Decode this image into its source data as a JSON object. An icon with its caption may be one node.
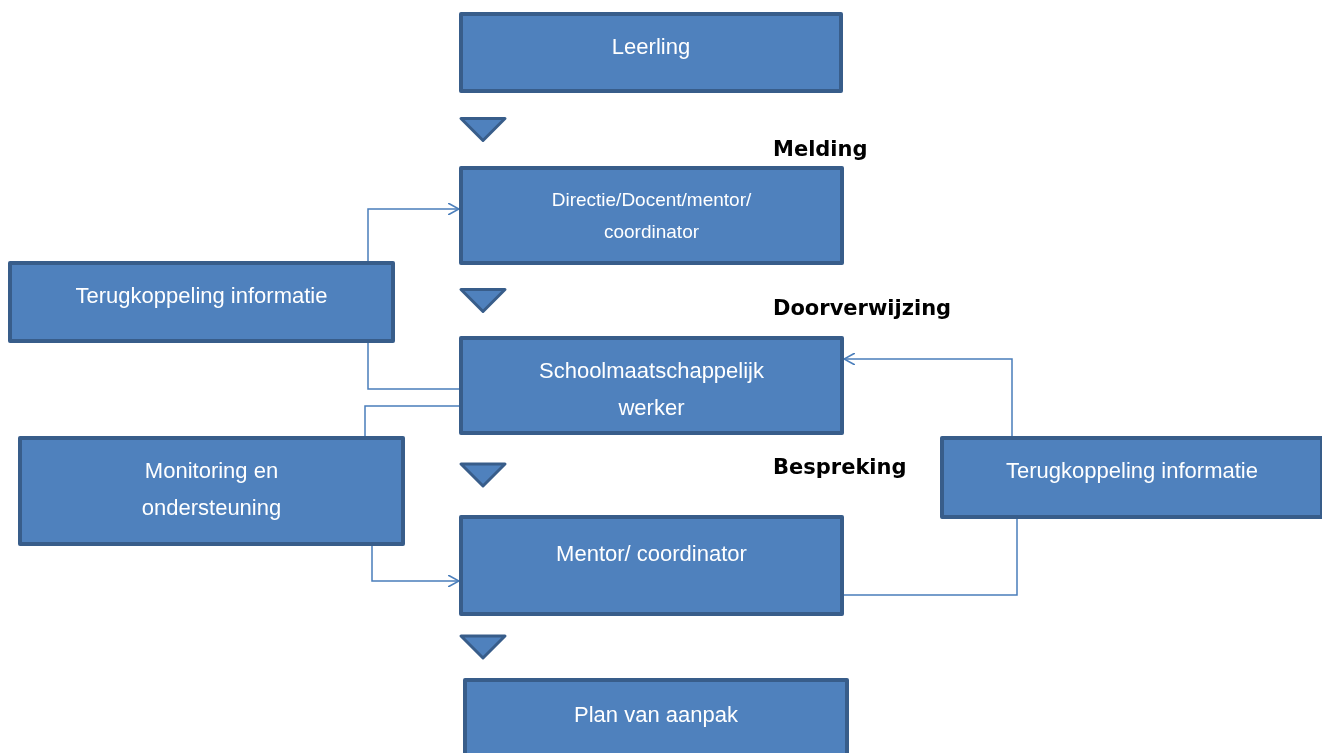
{
  "diagram": {
    "nodes": [
      {
        "text": [
          "Leerling"
        ]
      },
      {
        "text": [
          "Directie/Docent/mentor/ coordinator"
        ]
      },
      {
        "text": [
          "Terugkoppeling informatie"
        ]
      },
      {
        "text": [
          "Schoolmaatschappelijk werker"
        ]
      },
      {
        "text": [
          "Monitoring en ondersteuning"
        ]
      },
      {
        "text": [
          "Mentor/ coordinator"
        ]
      },
      {
        "text": [
          "Terugkoppeling informatie"
        ]
      },
      {
        "text": [
          "Plan van aanpak"
        ]
      }
    ],
    "edges": [
      {
        "from": 0,
        "to": 1,
        "arrow": "to"
      },
      {
        "from": 2,
        "to": 1,
        "arrow": "to"
      },
      {
        "from": 1,
        "to": 3,
        "arrow": "to"
      },
      {
        "from": 3,
        "to": 2,
        "arrow": "none"
      },
      {
        "from": 3,
        "to": 4,
        "arrow": "none"
      },
      {
        "from": 3,
        "to": 5,
        "arrow": "to"
      },
      {
        "from": 4,
        "to": 5,
        "arrow": "to"
      },
      {
        "from": 5,
        "to": 6,
        "arrow": "none"
      },
      {
        "from": 6,
        "to": 3,
        "arrow": "to"
      },
      {
        "from": 5,
        "to": 7,
        "arrow": "to"
      }
    ],
    "labels": [
      "Melding",
      "Doorverwijzing",
      "Bespreking"
    ]
  }
}
